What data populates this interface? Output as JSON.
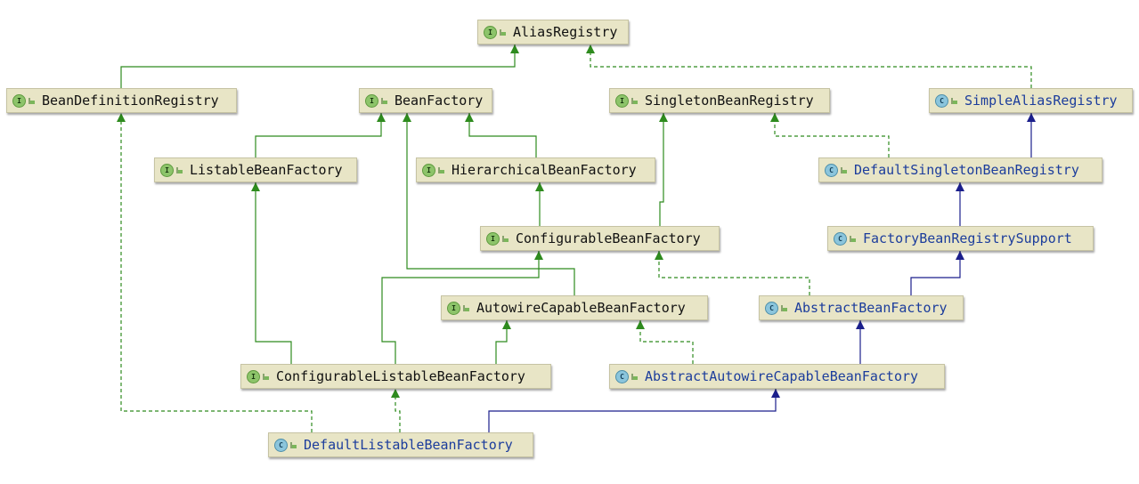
{
  "nodes": [
    {
      "id": "AliasRegistry",
      "kind": "interface",
      "badge": "I"
    },
    {
      "id": "BeanDefinitionRegistry",
      "kind": "interface",
      "badge": "I"
    },
    {
      "id": "BeanFactory",
      "kind": "interface",
      "badge": "I"
    },
    {
      "id": "SingletonBeanRegistry",
      "kind": "interface",
      "badge": "I"
    },
    {
      "id": "SimpleAliasRegistry",
      "kind": "class",
      "badge": "C"
    },
    {
      "id": "ListableBeanFactory",
      "kind": "interface",
      "badge": "I"
    },
    {
      "id": "HierarchicalBeanFactory",
      "kind": "interface",
      "badge": "I"
    },
    {
      "id": "DefaultSingletonBeanRegistry",
      "kind": "class",
      "badge": "C"
    },
    {
      "id": "ConfigurableBeanFactory",
      "kind": "interface",
      "badge": "I"
    },
    {
      "id": "FactoryBeanRegistrySupport",
      "kind": "class",
      "badge": "C"
    },
    {
      "id": "AutowireCapableBeanFactory",
      "kind": "interface",
      "badge": "I"
    },
    {
      "id": "AbstractBeanFactory",
      "kind": "class",
      "badge": "C"
    },
    {
      "id": "ConfigurableListableBeanFactory",
      "kind": "interface",
      "badge": "I"
    },
    {
      "id": "AbstractAutowireCapableBeanFactory",
      "kind": "class",
      "badge": "C"
    },
    {
      "id": "DefaultListableBeanFactory",
      "kind": "class",
      "badge": "C"
    }
  ],
  "edges": [
    {
      "from": "BeanDefinitionRegistry",
      "to": "AliasRegistry",
      "type": "extends"
    },
    {
      "from": "SimpleAliasRegistry",
      "to": "AliasRegistry",
      "type": "implements"
    },
    {
      "from": "ListableBeanFactory",
      "to": "BeanFactory",
      "type": "extends"
    },
    {
      "from": "HierarchicalBeanFactory",
      "to": "BeanFactory",
      "type": "extends"
    },
    {
      "from": "DefaultSingletonBeanRegistry",
      "to": "SingletonBeanRegistry",
      "type": "implements"
    },
    {
      "from": "DefaultSingletonBeanRegistry",
      "to": "SimpleAliasRegistry",
      "type": "class-extends"
    },
    {
      "from": "ConfigurableBeanFactory",
      "to": "HierarchicalBeanFactory",
      "type": "extends"
    },
    {
      "from": "ConfigurableBeanFactory",
      "to": "SingletonBeanRegistry",
      "type": "extends"
    },
    {
      "from": "FactoryBeanRegistrySupport",
      "to": "DefaultSingletonBeanRegistry",
      "type": "class-extends"
    },
    {
      "from": "AutowireCapableBeanFactory",
      "to": "BeanFactory",
      "type": "extends"
    },
    {
      "from": "AbstractBeanFactory",
      "to": "ConfigurableBeanFactory",
      "type": "implements"
    },
    {
      "from": "AbstractBeanFactory",
      "to": "FactoryBeanRegistrySupport",
      "type": "class-extends"
    },
    {
      "from": "ConfigurableListableBeanFactory",
      "to": "ListableBeanFactory",
      "type": "extends"
    },
    {
      "from": "ConfigurableListableBeanFactory",
      "to": "ConfigurableBeanFactory",
      "type": "extends"
    },
    {
      "from": "ConfigurableListableBeanFactory",
      "to": "AutowireCapableBeanFactory",
      "type": "extends"
    },
    {
      "from": "AbstractAutowireCapableBeanFactory",
      "to": "AutowireCapableBeanFactory",
      "type": "implements"
    },
    {
      "from": "AbstractAutowireCapableBeanFactory",
      "to": "AbstractBeanFactory",
      "type": "class-extends"
    },
    {
      "from": "DefaultListableBeanFactory",
      "to": "BeanDefinitionRegistry",
      "type": "implements"
    },
    {
      "from": "DefaultListableBeanFactory",
      "to": "ConfigurableListableBeanFactory",
      "type": "implements"
    },
    {
      "from": "DefaultListableBeanFactory",
      "to": "AbstractAutowireCapableBeanFactory",
      "type": "class-extends"
    }
  ],
  "colors": {
    "interface_extends": "#2e8b1e",
    "class_extends": "#1b1f8c",
    "node_bg": "#e8e5c6",
    "class_label": "#1c3d9c"
  }
}
